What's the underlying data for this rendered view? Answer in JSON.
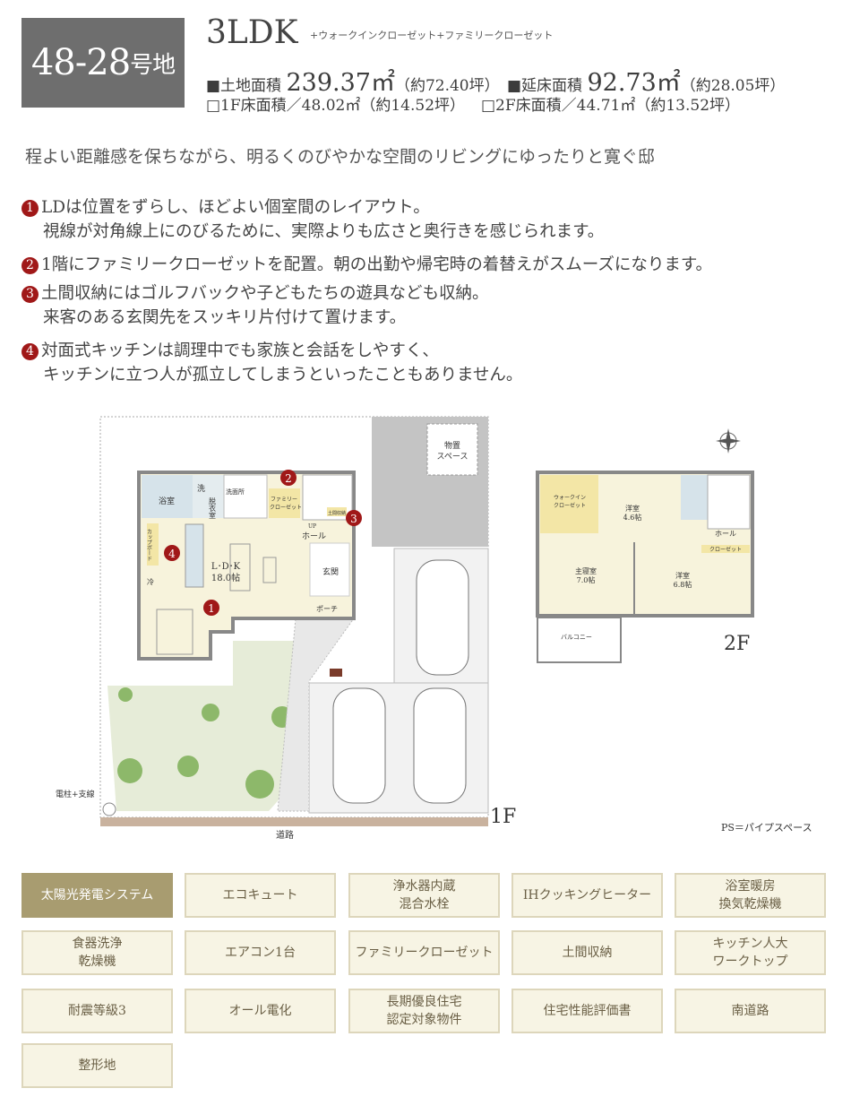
{
  "header": {
    "lot_number": "48-28",
    "lot_suffix": "号地",
    "layout": "3LDK",
    "layout_extra": "+ウォークインクローゼット+ファミリークローゼット",
    "land_area_label": "■土地面積",
    "land_area_value": "239.37㎡",
    "land_area_tsubo": "（約72.40坪）",
    "floor_area_label": "■延床面積",
    "floor_area_value": "92.73㎡",
    "floor_area_tsubo": "（約28.05坪）",
    "f1_area": "□1F床面積／48.02㎡（約14.52坪）",
    "f2_area": "□2F床面積／44.71㎡（約13.52坪）"
  },
  "tagline": "程よい距離感を保ちながら、明るくのびやかな空間のリビングにゆったりと寛ぐ邸",
  "points": [
    {
      "num": "1",
      "line1": "LDは位置をずらし、ほどよい個室間のレイアウト。",
      "line2": "視線が対角線上にのびるために、実際よりも広さと奥行きを感じられます。"
    },
    {
      "num": "2",
      "line1": "1階にファミリークローゼットを配置。朝の出勤や帰宅時の着替えがスムーズになります。",
      "line2": ""
    },
    {
      "num": "3",
      "line1": "土間収納にはゴルフバックや子どもたちの遊具なども収納。",
      "line2": "来客のある玄関先をスッキリ片付けて置けます。"
    },
    {
      "num": "4",
      "line1": "対面式キッチンは調理中でも家族と会話をしやすく、",
      "line2": "キッチンに立つ人が孤立してしまうといったこともありません。"
    }
  ],
  "plan1f": {
    "floor": "1F",
    "storage": "物置",
    "storage2": "スペース",
    "bath": "浴室",
    "wash": "洗",
    "dressing": "脱衣室",
    "lavatory": "洗面所",
    "family_closet1": "ファミリー",
    "family_closet2": "クローゼット",
    "hall": "ホール",
    "up": "UP",
    "shoe": "土間収納",
    "cupboard": "カップボード",
    "fridge": "冷",
    "ldk": "L･D･K",
    "ldk_size": "18.0帖",
    "entrance": "玄関",
    "porch": "ポーチ",
    "pole": "電柱+支線",
    "road": "道路",
    "markers": [
      "1",
      "2",
      "3",
      "4"
    ]
  },
  "plan2f": {
    "floor": "2F",
    "wic1": "ウォークイン",
    "wic2": "クローゼット",
    "room1": "洋室",
    "room1_size": "4.6帖",
    "master": "主寝室",
    "master_size": "7.0帖",
    "room2": "洋室",
    "room2_size": "6.8帖",
    "hall": "ホール",
    "closet": "クローゼット",
    "balcony": "バルコニー"
  },
  "note": "PS＝パイプスペース",
  "features": [
    {
      "label": "太陽光発電システム",
      "active": true
    },
    {
      "label": "エコキュート"
    },
    {
      "label": "浄水器内蔵\n混合水栓"
    },
    {
      "label": "IHクッキングヒーター"
    },
    {
      "label": "浴室暖房\n換気乾燥機"
    },
    {
      "label": "食器洗浄\n乾燥機"
    },
    {
      "label": "エアコン1台"
    },
    {
      "label": "ファミリークローゼット"
    },
    {
      "label": "土間収納"
    },
    {
      "label": "キッチン人大\nワークトップ"
    },
    {
      "label": "耐震等級3"
    },
    {
      "label": "オール電化"
    },
    {
      "label": "長期優良住宅\n認定対象物件"
    },
    {
      "label": "住宅性能評価書"
    },
    {
      "label": "南道路"
    },
    {
      "label": "整形地"
    }
  ],
  "colors": {
    "accent_red": "#a01818",
    "active_feature": "#a89c70",
    "feature_bg": "#f7f4e4"
  }
}
